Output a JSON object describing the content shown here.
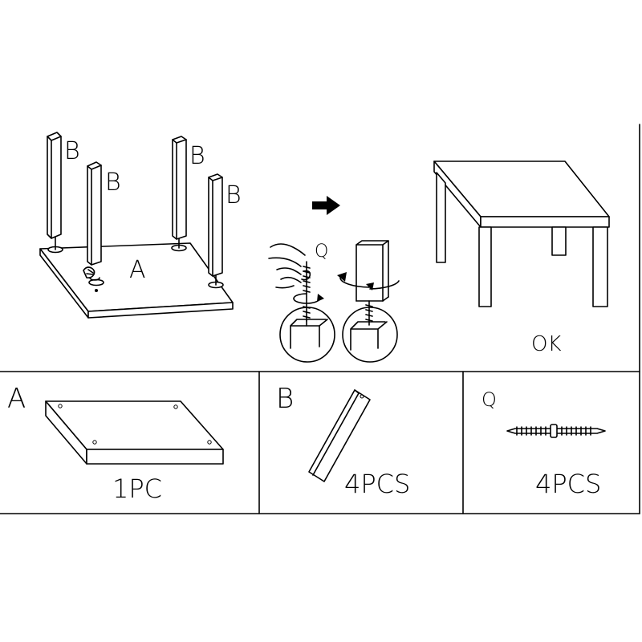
{
  "assembly": {
    "leg_label": "B",
    "top_label": "A",
    "screw_label": "Q",
    "done_label": "OK"
  },
  "parts": [
    {
      "label": "A",
      "qty": "1PC"
    },
    {
      "label": "B",
      "qty": "4PCS"
    },
    {
      "label": "Q",
      "qty": "4PCS"
    }
  ]
}
